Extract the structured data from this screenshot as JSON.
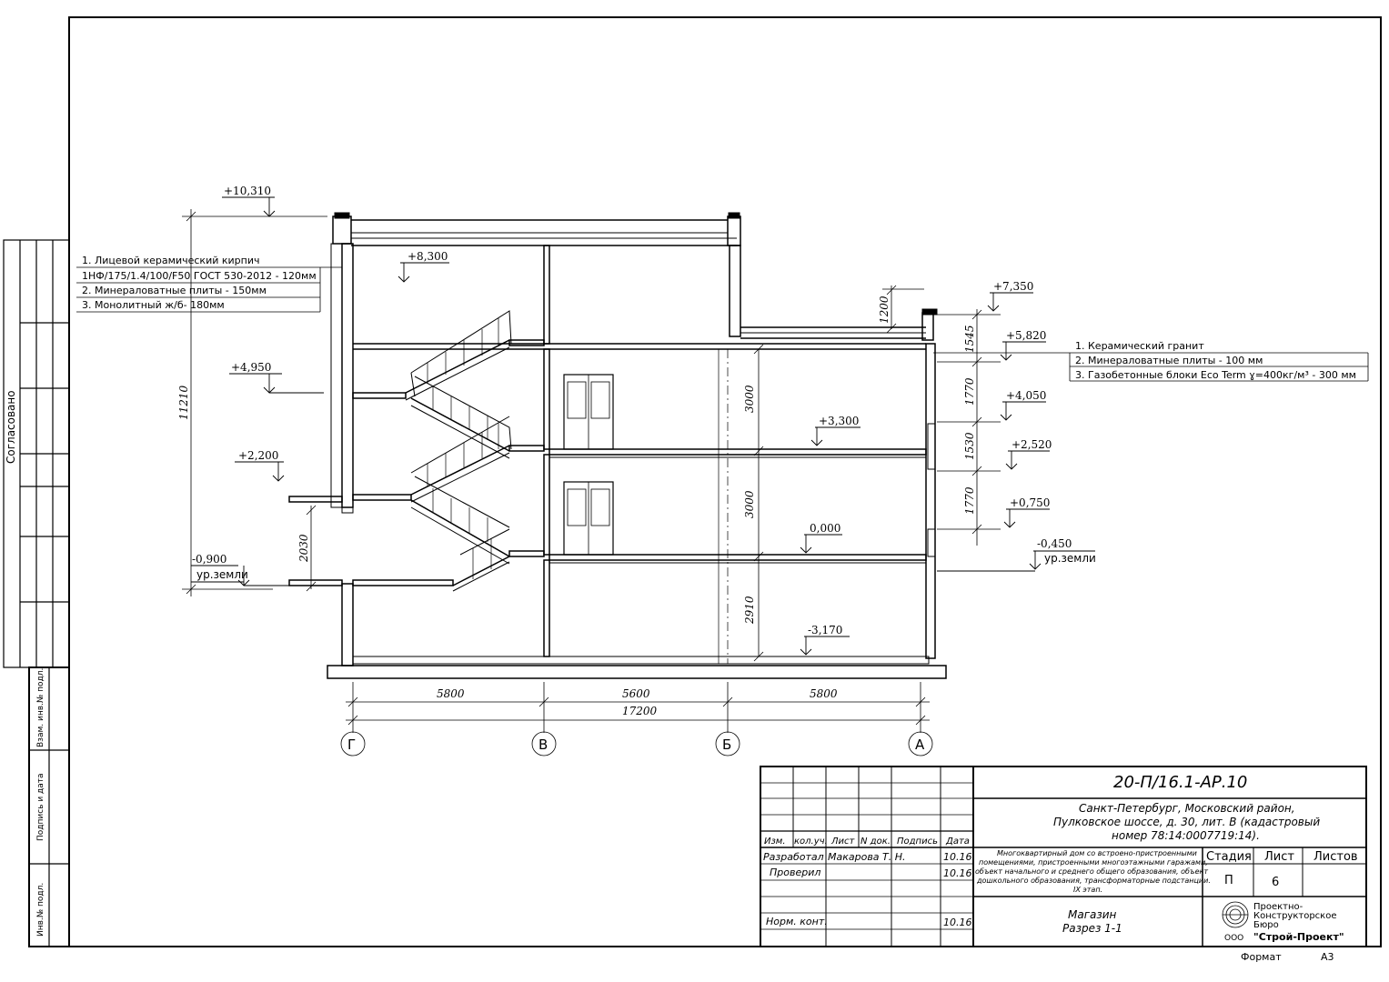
{
  "side_stamp": {
    "agreed": "Согласовано",
    "replaced_inv": "Взам. инв.№ подл.",
    "sign_date": "Подпись и дата",
    "inv_no": "Инв.№ подл."
  },
  "levels_left": [
    "+10,310",
    "+8,300",
    "+4,950",
    "+2,200",
    "-0,900"
  ],
  "levels_middle": [
    "+3,300",
    "0,000",
    "-3,170"
  ],
  "levels_right": [
    "+7,350",
    "+5,820",
    "+4,050",
    "+2,520",
    "+0,750",
    "-0,450"
  ],
  "ground_label_left": "ур.земли",
  "ground_label_right": "ур.земли",
  "dimensions_vertical": [
    "11210",
    "2030",
    "1200",
    "1545",
    "1770",
    "1530",
    "1770",
    "3000",
    "3000",
    "2910"
  ],
  "dimensions_horizontal": [
    "5800",
    "5600",
    "5800",
    "17200"
  ],
  "axes": [
    "Г",
    "В",
    "Б",
    "А"
  ],
  "wall_left": {
    "lines": [
      "1. Лицевой керамический кирпич",
      "1НФ/175/1.4/100/F50 ГОСТ 530-2012 - 120мм",
      "2. Минераловатные плиты - 150мм",
      "3. Монолитный ж/б- 180мм"
    ]
  },
  "wall_right": {
    "lines": [
      "1. Керамический гранит",
      "2. Минераловатные плиты - 100 мм",
      "3. Газобетонные блоки Eco Term ɣ=400кг/м³ - 300 мм"
    ]
  },
  "title_block": {
    "code": "20-П/16.1-АР.10",
    "address": [
      "Санкт-Петербург, Московский район,",
      "Пулковское шоссе, д. 30, лит. В (кадастровый",
      "номер 78:14:0007719:14)."
    ],
    "headers": [
      "Изм.",
      "кол.уч.",
      "Лист",
      "N док.",
      "Подпись",
      "Дата"
    ],
    "rows": [
      {
        "role": "Разработал",
        "name": "Макарова Т. Н.",
        "date": "10.16"
      },
      {
        "role": "Проверил",
        "name": "",
        "date": "10.16"
      },
      {
        "role": "Норм. конт.",
        "name": "",
        "date": "10.16"
      }
    ],
    "project_desc": [
      "Многоквартирный дом со встроено-пристроенными",
      "помещениями, пристроенными многоэтажными гаражами,",
      "объект начального и среднего общего образования, объект",
      "дошкольного образования, трансформаторные подстанции.",
      "IX этап."
    ],
    "stage_label": "Стадия",
    "sheet_label": "Лист",
    "sheets_label": "Листов",
    "stage": "П",
    "sheet": "6",
    "sheets": "",
    "drawing_title": [
      "Магазин",
      "Разрез 1-1"
    ],
    "company": [
      "Проектно-",
      "Конструкторское",
      "Бюро"
    ],
    "company_form": "ООО",
    "company_name": "\"Строй-Проект\""
  },
  "format_label": "Формат",
  "format_value": "А3"
}
